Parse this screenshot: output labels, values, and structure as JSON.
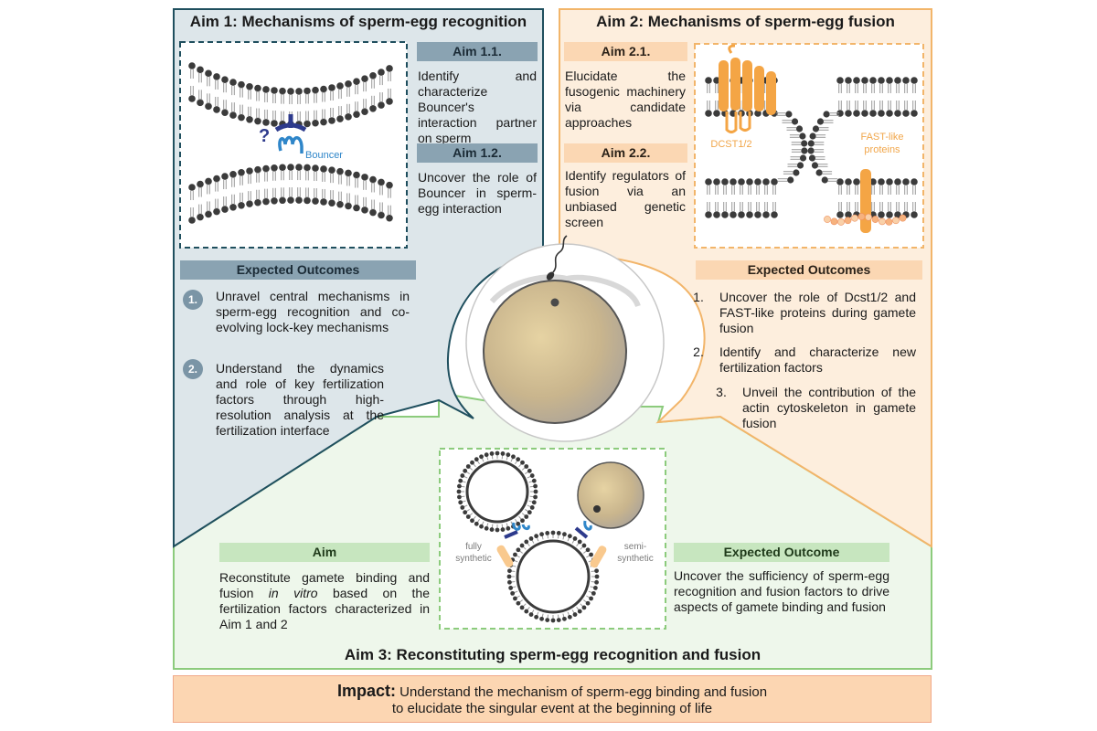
{
  "aim1": {
    "title": "Aim 1: Mechanisms of sperm-egg recognition",
    "aim11_header": "Aim 1.1.",
    "aim11_text": "Identify and characterize Bouncer's interaction partner on sperm",
    "aim12_header": "Aim 1.2.",
    "aim12_text": "Uncover the role of Bouncer in sperm-egg interaction",
    "question_mark": "?",
    "bouncer_label": "Bouncer",
    "outcomes_header": "Expected Outcomes",
    "outcomes": [
      {
        "num": "1.",
        "text": "Unravel central mechanisms in sperm-egg recognition and co-evolving lock-key mechanisms"
      },
      {
        "num": "2.",
        "text": "Understand the dynamics and role of key fertilization factors through high-resolution analysis at the fertilization interface"
      }
    ]
  },
  "aim2": {
    "title": "Aim 2: Mechanisms of sperm-egg fusion",
    "aim21_header": "Aim 2.1.",
    "aim21_text": "Elucidate the fusogenic machinery via candidate approaches",
    "aim22_header": "Aim 2.2.",
    "aim22_text": "Identify regulators of fusion via an unbiased genetic screen",
    "dcst_label": "DCST1/2",
    "fast_label": "FAST-like proteins",
    "outcomes_header": "Expected Outcomes",
    "outcomes": [
      {
        "num": "1.",
        "text": "Uncover the role of Dcst1/2 and FAST-like proteins during gamete fusion"
      },
      {
        "num": "2.",
        "text": "Identify and characterize new fertilization factors"
      },
      {
        "num": "3.",
        "text": "Unveil the contribution of the actin cytoskeleton in gamete fusion"
      }
    ]
  },
  "aim3": {
    "title": "Aim 3: Reconstituting sperm-egg recognition and fusion",
    "aim_header": "Aim",
    "aim_text_a": "Reconstitute gamete binding and fusion ",
    "aim_text_italic": "in vitro",
    "aim_text_b": " based on the fertilization factors characterized in Aim 1 and 2",
    "fully_synthetic": "fully synthetic",
    "semi_synthetic": "semi-synthetic",
    "outcome_header": "Expected Outcome",
    "outcome_text": "Uncover the sufficiency of sperm-egg recognition and fusion factors to drive aspects of gamete binding and fusion"
  },
  "impact": {
    "label": "Impact:",
    "line1": "Understand the mechanism of sperm-egg binding and fusion",
    "line2": "to elucidate the singular event at the beginning of life"
  },
  "colors": {
    "aim1_fill": "#dde6ea",
    "aim1_border": "#1f4f5e",
    "aim2_fill": "#fdeedd",
    "aim2_border": "#f2b56a",
    "aim3_fill": "#eef7eb",
    "aim3_border": "#8ccb7c",
    "bouncer_blue": "#2f86c9",
    "sperm_protein_navy": "#2d3a8c",
    "dcst_orange": "#f4a545",
    "impact_fill": "#fcd6b2"
  }
}
